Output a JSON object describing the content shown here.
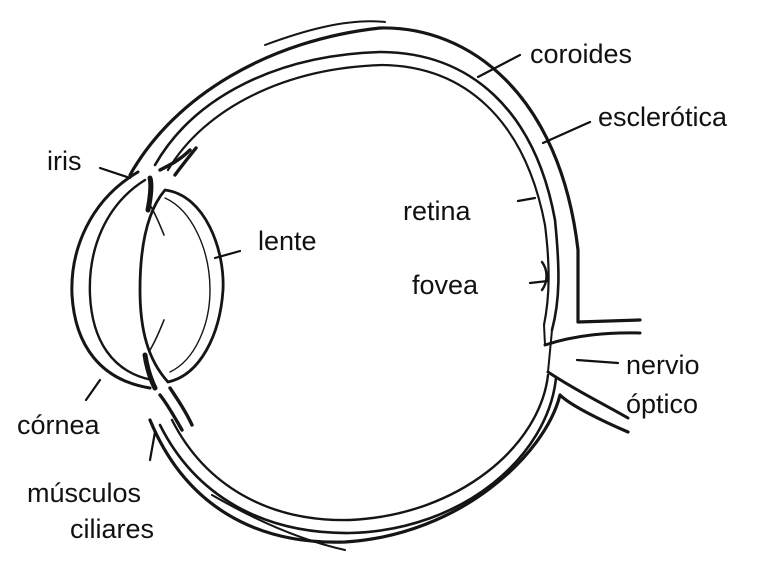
{
  "labels": {
    "coroides": "coroides",
    "esclerotica": "esclerótica",
    "iris": "iris",
    "lente": "lente",
    "retina": "retina",
    "fovea": "fovea",
    "nervio_line1": "nervio",
    "nervio_line2": "óptico",
    "cornea": "córnea",
    "musculos_line1": "músculos",
    "musculos_line2": "ciliares"
  }
}
